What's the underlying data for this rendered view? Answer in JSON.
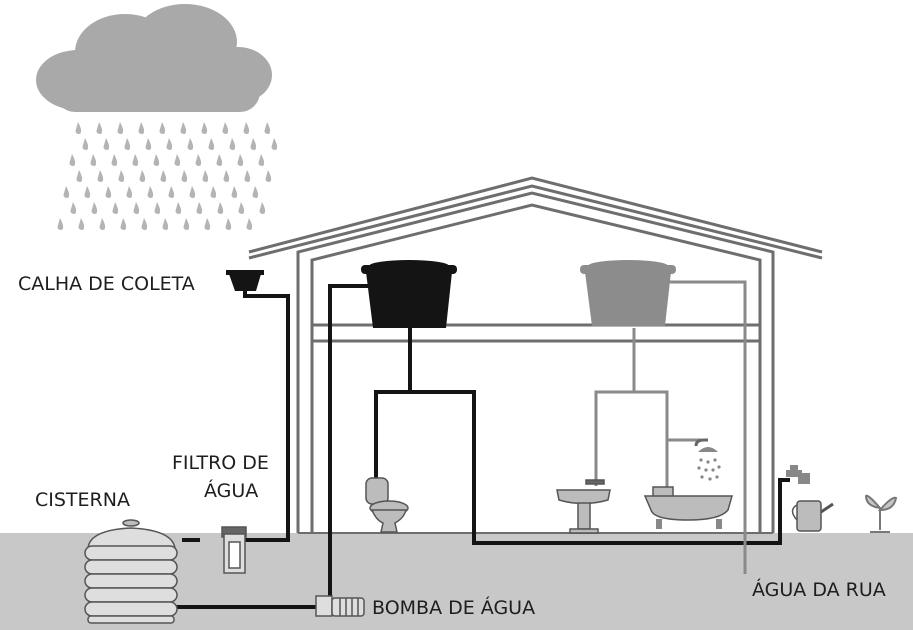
{
  "labels": {
    "calha": "CALHA DE COLETA",
    "filtro_line1": "FILTRO DE",
    "filtro_line2": "ÁGUA",
    "cisterna": "CISTERNA",
    "bomba": "BOMBA DE ÁGUA",
    "rua": "ÁGUA DA RUA"
  },
  "colors": {
    "ground": "#c8c8c8",
    "pipe": "#141414",
    "pipe_gray": "#8a8a8a",
    "cloud": "#a9a9a9",
    "rain": "#b4b4b4",
    "house_line": "#6e6e6e",
    "tank_rain": "#141414",
    "tank_street": "#8c8c8c"
  }
}
